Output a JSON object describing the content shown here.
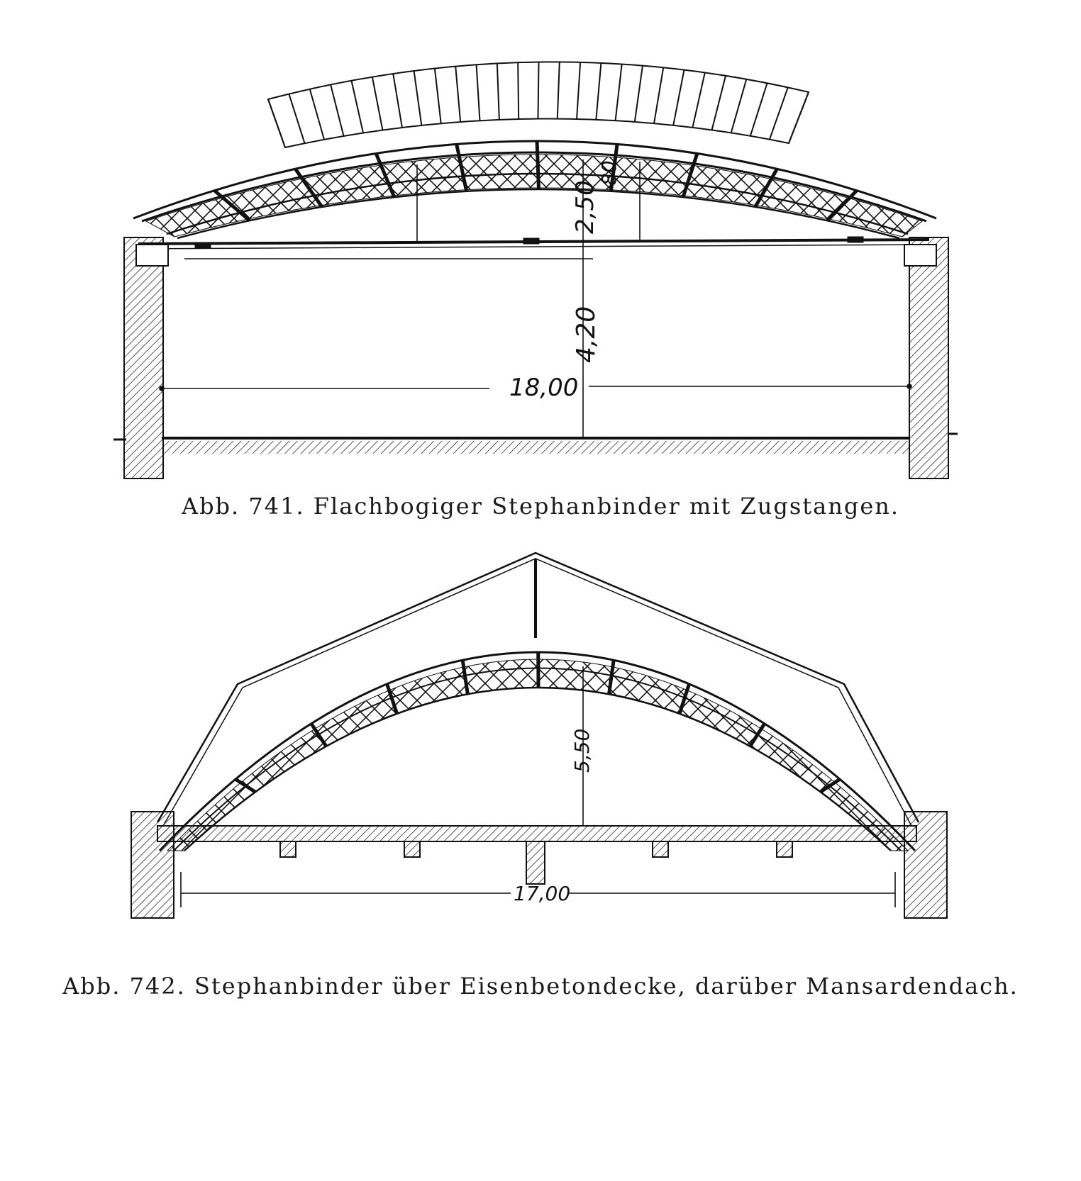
{
  "figure1": {
    "caption": "Abb. 741. Flachbogiger Stephanbinder mit Zugstangen.",
    "dimensions": {
      "rise": "2,50",
      "member": "80",
      "height": "4,20",
      "span": "18,00"
    }
  },
  "figure2": {
    "caption": "Abb. 742. Stephanbinder über Eisenbetondecke, darüber Mansardendach.",
    "dimensions": {
      "rise": "5,50",
      "span": "17,00"
    }
  },
  "colors": {
    "ink": "#111111",
    "paper": "#ffffff"
  }
}
